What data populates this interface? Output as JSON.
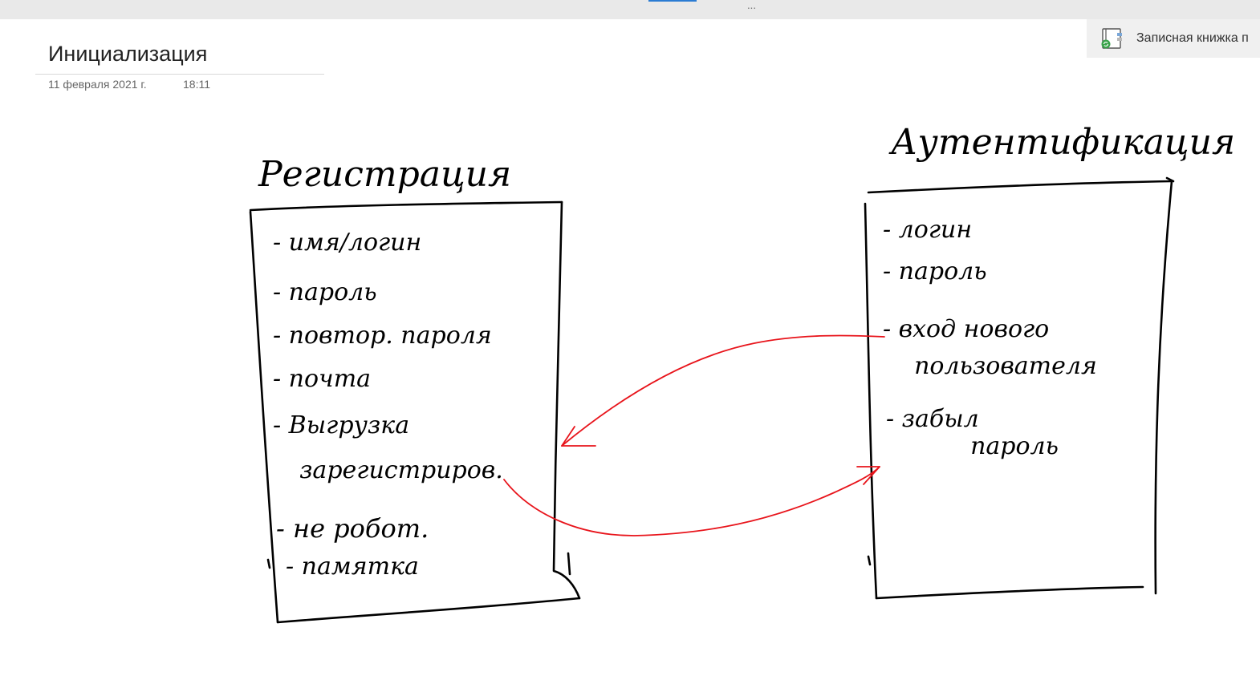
{
  "app": {
    "notebook_label": "Записная книжка п",
    "more_glyph": "···",
    "notebook_icon": "notebook-sync-icon"
  },
  "page": {
    "title": "Инициализация",
    "date": "11 февраля 2021 г.",
    "time": "18:11"
  },
  "sketch": {
    "left_box": {
      "heading": "Регистрация",
      "items": [
        "- имя/логин",
        "- пароль",
        "- повтор. пароля",
        "- почта",
        "- Выгрузка",
        "  зарегистриров.",
        "- не робот.",
        "- памятка"
      ]
    },
    "right_box": {
      "heading": "Аутентификация",
      "items": [
        "- логин",
        "- пароль",
        "- вход нового",
        "  пользователя",
        "- забыл",
        "  пароль"
      ]
    },
    "colors": {
      "ink": "#000000",
      "arrows": "#e8141b"
    }
  }
}
